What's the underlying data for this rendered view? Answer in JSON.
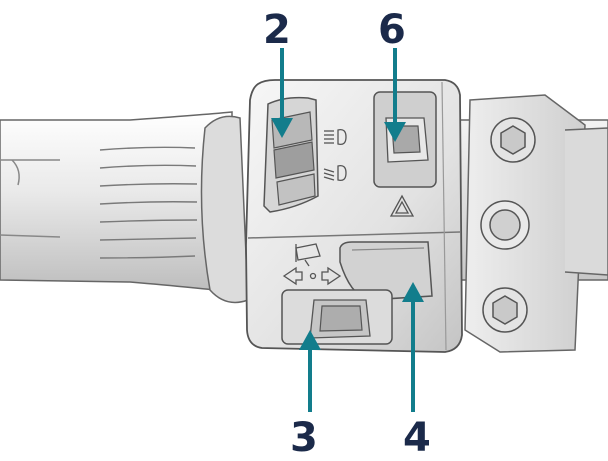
{
  "callouts": [
    {
      "number": "2"
    },
    {
      "number": "6"
    },
    {
      "number": "3"
    },
    {
      "number": "4"
    }
  ],
  "colors": {
    "callout_number": "#1b2a4a",
    "callout_arrow": "#127d8c",
    "body_light": "#f2f2f2",
    "body_mid": "#d9d9d9",
    "body_dark": "#a8a8a8",
    "outline": "#555555"
  },
  "icons": [
    "high-beam-icon",
    "low-beam-icon",
    "hazard-warning-icon",
    "horn-icon",
    "turn-signal-left-icon",
    "turn-signal-right-icon"
  ]
}
